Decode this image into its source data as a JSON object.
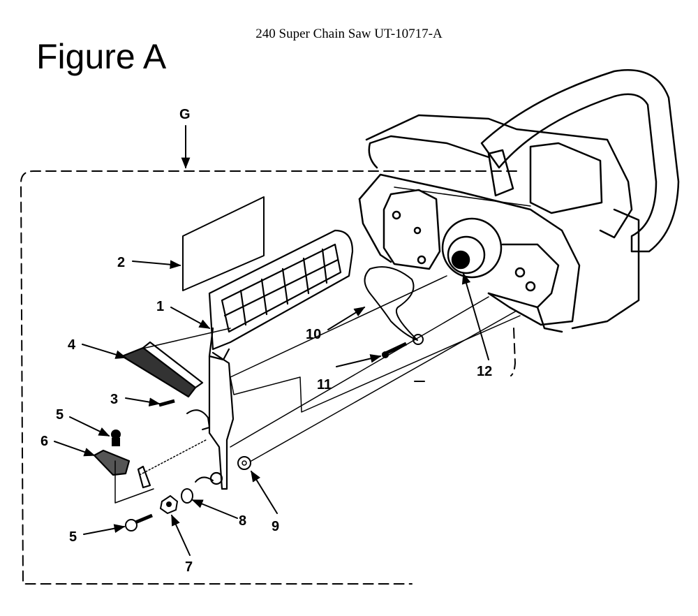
{
  "header": {
    "title": "240 Super Chain Saw UT-10717-A"
  },
  "figure_label": "Figure A",
  "view_marker": "G",
  "callouts": {
    "c1": "1",
    "c2": "2",
    "c3": "3",
    "c4": "4",
    "c5a": "5",
    "c5b": "5",
    "c6": "6",
    "c7": "7",
    "c8": "8",
    "c9": "9",
    "c10": "10",
    "c11": "11",
    "c12": "12"
  },
  "colors": {
    "ink": "#000000",
    "paper": "#ffffff"
  }
}
